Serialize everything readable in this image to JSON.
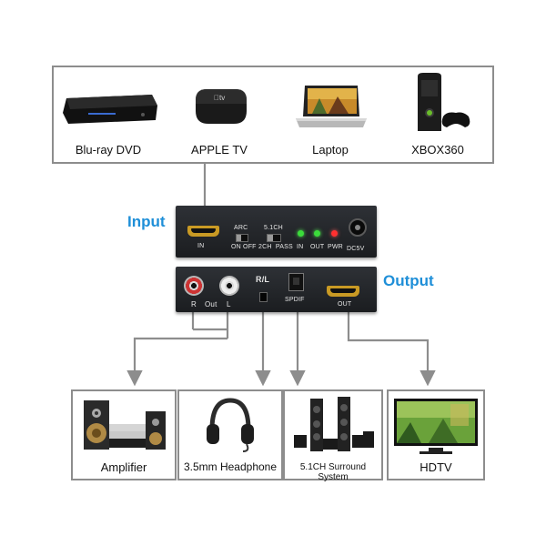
{
  "sources": [
    {
      "label": "Blu-ray DVD",
      "icon": "bluray-player-icon"
    },
    {
      "label": "APPLE TV",
      "icon": "apple-tv-icon"
    },
    {
      "label": "Laptop",
      "icon": "laptop-icon"
    },
    {
      "label": "XBOX360",
      "icon": "xbox360-icon"
    }
  ],
  "input_label": "Input",
  "output_label": "Output",
  "input_panel": {
    "hdmi_in": "IN",
    "arc": "ARC",
    "arc_switch": "ON OFF",
    "mode": "5.1CH",
    "mode_switch": "2CH  PASS",
    "led_in": "IN",
    "led_out": "OUT",
    "led_pwr": "PWR",
    "dc": "DC5V"
  },
  "output_panel": {
    "r": "R",
    "out": "Out",
    "l": "L",
    "rl": "R/L",
    "spdif": "SPDIF",
    "hdmi_out": "OUT"
  },
  "targets": [
    {
      "label": "Amplifier",
      "icon": "amplifier-icon"
    },
    {
      "label": "3.5mm Headphone",
      "icon": "headphone-icon"
    },
    {
      "label": "5.1CH Surround System",
      "icon": "speaker-system-icon"
    },
    {
      "label": "HDTV",
      "icon": "hdtv-icon"
    }
  ],
  "colors": {
    "accent": "#1f8fd8",
    "arrow": "#8d8d8d",
    "led_green": "#3bdc3b",
    "led_red": "#ff3030"
  }
}
